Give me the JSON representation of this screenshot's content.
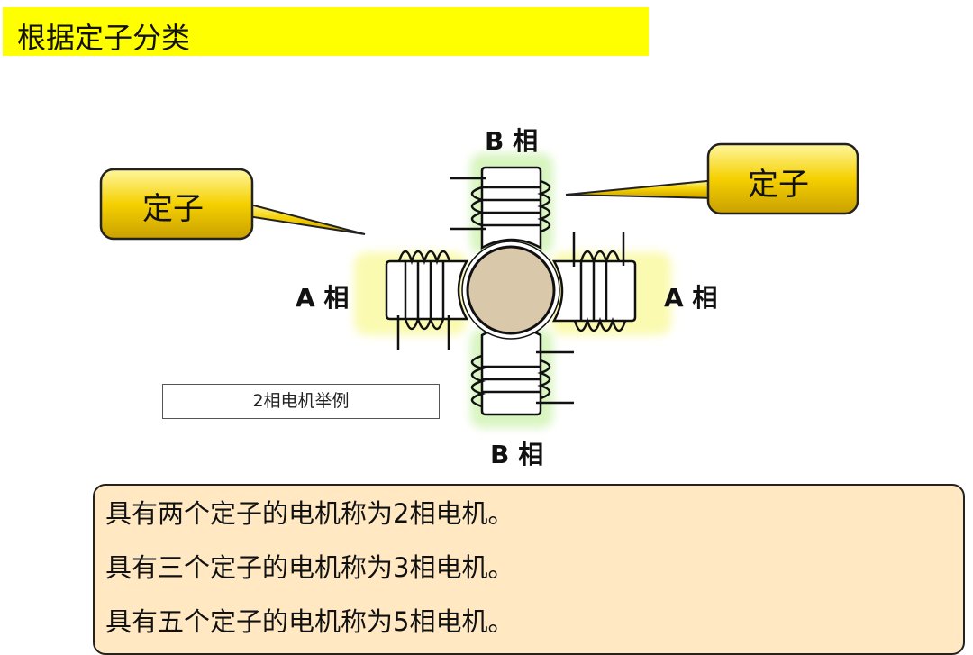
{
  "title": "根据定子分类",
  "callouts": {
    "left": "定子",
    "right": "定子"
  },
  "phase_labels": {
    "top": "B 相",
    "bottom": "B 相",
    "left": "A 相",
    "right": "A 相"
  },
  "caption": "2相电机举例",
  "notes": [
    "具有两个定子的电机称为2相电机。",
    "具有三个定子的电机称为3相电机。",
    "具有五个定子的电机称为5相电机。"
  ],
  "colors": {
    "title_bg": "#ffff00",
    "callout": "#f2cc00",
    "notes_bg": "#ffe8c2",
    "rotor": "#d9c8aa",
    "a_glow": "#fafab0",
    "b_glow": "#d8f5c0"
  }
}
